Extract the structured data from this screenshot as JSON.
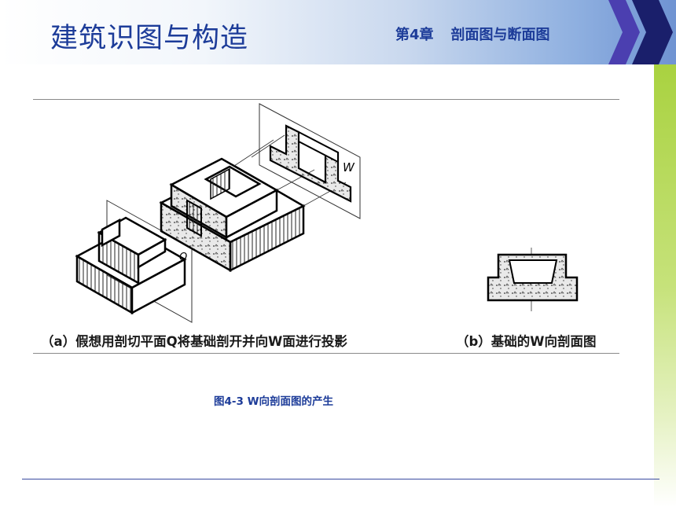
{
  "header": {
    "title": "建筑识图与构造",
    "chapter_number": "第4章",
    "chapter_title": "剖面图与断面图"
  },
  "figure": {
    "caption_a": "（a）假想用剖切平面Q将基础剖开并向W面进行投影",
    "caption_b": "（b）基础的W向剖面图",
    "title": "图4-3  W向剖面图的产生",
    "plane_label_w": "W",
    "plane_label_q": "Q"
  },
  "colors": {
    "title_blue": "#1d3c99",
    "accent_green": "#a9d240",
    "chevron_dark": "#1a1f6b",
    "chevron_purple": "#4b3fb0"
  }
}
